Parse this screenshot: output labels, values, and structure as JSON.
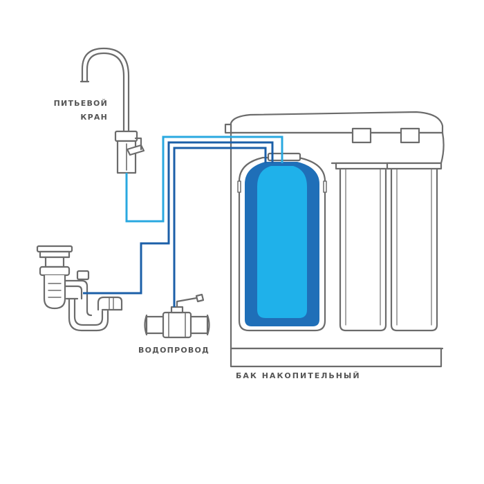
{
  "labels": {
    "faucet_line1": "ПИТЬЕВОЙ",
    "faucet_line2": "КРАН",
    "water_supply": "ВОДОПРОВОД",
    "storage_tank": "БАК  НАКОПИТЕЛЬНЫЙ"
  },
  "colors": {
    "outline": "#6b6b6b",
    "pipe_light": "#29a8e0",
    "pipe_dark": "#1b5fa8",
    "tank_body": "#1f6fb8",
    "tank_core": "#1fb1ea",
    "label": "#555555"
  }
}
